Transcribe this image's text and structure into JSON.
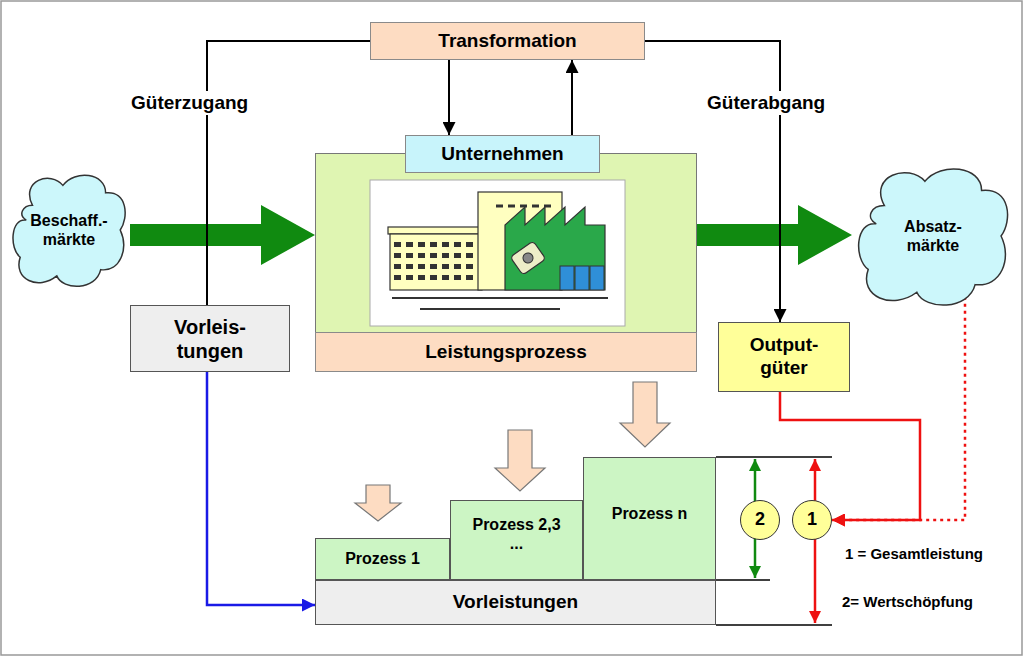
{
  "diagram": {
    "nodes": [
      {
        "text": [
          "Transformation"
        ]
      },
      {
        "text": [
          "Beschaff.- märkte"
        ]
      },
      {
        "text": [
          "Unternehmen"
        ]
      },
      {
        "text": [
          "Leistungsprozess"
        ],
        "in": 2
      },
      {
        "text": [
          "Absatz- märkte"
        ]
      },
      {
        "text": [
          "Vorleis- tungen"
        ]
      },
      {
        "text": [
          "Output- güter"
        ]
      },
      {
        "text": [
          "Prozess 1"
        ]
      },
      {
        "text": [
          "Prozess 2,3 ..."
        ]
      },
      {
        "text": [
          "Prozess n"
        ]
      },
      {
        "text": [
          "Vorleistungen"
        ]
      },
      {
        "text": [
          "2"
        ]
      },
      {
        "text": [
          "1"
        ]
      }
    ],
    "edges": [
      {
        "from": 0,
        "to": 2,
        "arrow": "to"
      },
      {
        "from": 2,
        "to": 0,
        "arrow": "to"
      },
      {
        "from": 1,
        "to": 2,
        "arrow": "to"
      },
      {
        "from": 2,
        "to": 4,
        "arrow": "to"
      },
      {
        "from": 0,
        "to": 5,
        "label": "Güterzugang",
        "arrow": "none"
      },
      {
        "from": 5,
        "to": 10,
        "arrow": "to"
      },
      {
        "from": 0,
        "to": 6,
        "label": "Güterabgang",
        "arrow": "to"
      },
      {
        "from": 6,
        "to": 12,
        "arrow": "to"
      },
      {
        "from": 4,
        "to": 12,
        "arrow": "to"
      }
    ],
    "labels": [
      "1 = Gesamtleistung",
      "2= Wertschöpfung"
    ]
  }
}
